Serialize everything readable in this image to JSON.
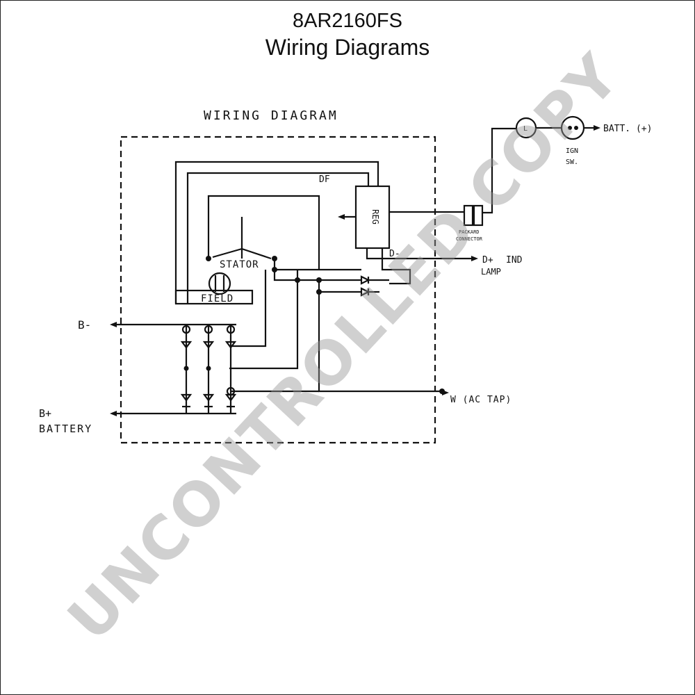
{
  "header": {
    "part_number": "8AR2160FS",
    "subtitle": "Wiring Diagrams"
  },
  "diagram": {
    "title": "WIRING DIAGRAM",
    "labels": {
      "df": "DF",
      "reg": "REG",
      "d_minus": "D-",
      "stator": "STATOR",
      "field": "FIELD",
      "b_minus": "B-",
      "b_plus": "B+",
      "battery": "BATTERY",
      "d_plus": "D+",
      "ind": "IND",
      "lamp": "LAMP",
      "w_ac_tap": "W (AC TAP)",
      "batt_plus": "BATT. (+)",
      "ign": "IGN",
      "sw": "SW.",
      "lamp_symbol": "L",
      "packard": "PACKARD",
      "connector": "CONNECTOR"
    }
  },
  "watermark": {
    "text": "UNCONTROLLED COPY",
    "color": "#969696"
  },
  "colors": {
    "line": "#111111",
    "background": "#ffffff"
  }
}
